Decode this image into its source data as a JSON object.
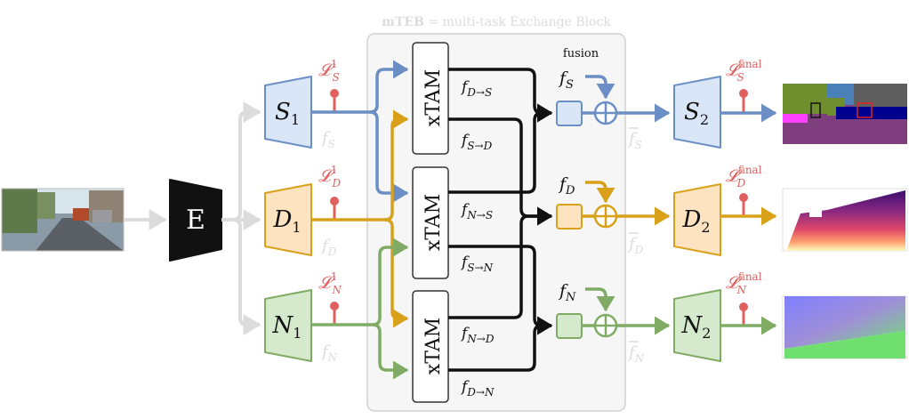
{
  "colors": {
    "semantic": "#6b8fc4",
    "semantic_fill": "#d8e6f7",
    "depth": "#d9a01a",
    "depth_fill": "#fde3bf",
    "normals": "#7fab64",
    "normals_fill": "#d5e9cc",
    "loss": "#e06060",
    "grey": "#dcdcdc",
    "panel": "#f6f6f6",
    "black": "#111111"
  },
  "block": {
    "title_bold": "mTEB",
    "title_rest": " = multi-task Exchange Block",
    "fusion": "fusion"
  },
  "encoder": {
    "label": "E"
  },
  "xtam": {
    "label": "xTAM"
  },
  "tasks": {
    "S": {
      "head1": "S",
      "head2": "S",
      "sub1": "1",
      "sub2": "2",
      "feat": "f",
      "feat_sub": "S",
      "loss": "𝓛",
      "loss_sup1": "1",
      "loss_sup2": "final",
      "loss_sub": "S"
    },
    "D": {
      "head1": "D",
      "head2": "D",
      "sub1": "1",
      "sub2": "2",
      "feat": "f",
      "feat_sub": "D",
      "loss": "𝓛",
      "loss_sup1": "1",
      "loss_sup2": "final",
      "loss_sub": "D"
    },
    "N": {
      "head1": "N",
      "head2": "N",
      "sub1": "1",
      "sub2": "2",
      "feat": "f",
      "feat_sub": "N",
      "loss": "𝓛",
      "loss_sup1": "1",
      "loss_sup2": "final",
      "loss_sub": "N"
    }
  },
  "flows": {
    "d_to_s": "D→S",
    "s_to_d": "S→D",
    "n_to_s": "N→S",
    "s_to_n": "S→N",
    "n_to_d": "N→D",
    "d_to_n": "D→N"
  },
  "icons": [
    "input-image",
    "semantic-output-image",
    "depth-output-image",
    "normals-output-image",
    "loss-probe-icon",
    "sum-node-icon"
  ]
}
